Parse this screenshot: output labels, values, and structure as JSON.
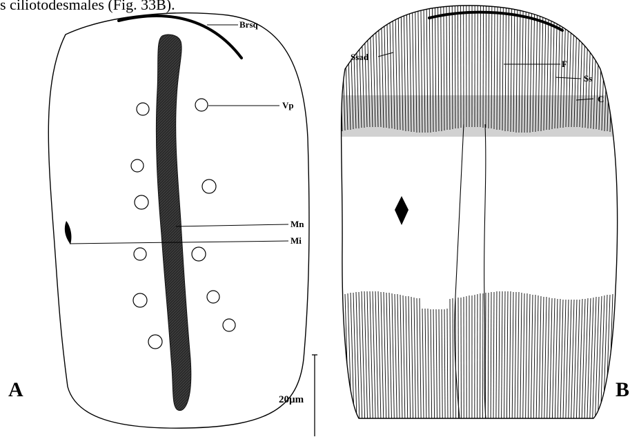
{
  "caption": "s ciliotodesmales (Fig. 33B).",
  "panel_a": {
    "letter": "A",
    "labels": {
      "brsq": "Brsq",
      "vp": "Vp",
      "mn": "Mn",
      "mi": "Mi"
    },
    "scale_bar": "20µm"
  },
  "panel_b": {
    "letter": "B",
    "labels": {
      "ssad": "Ssad",
      "f": "F",
      "ss": "Ss",
      "c": "C"
    }
  }
}
